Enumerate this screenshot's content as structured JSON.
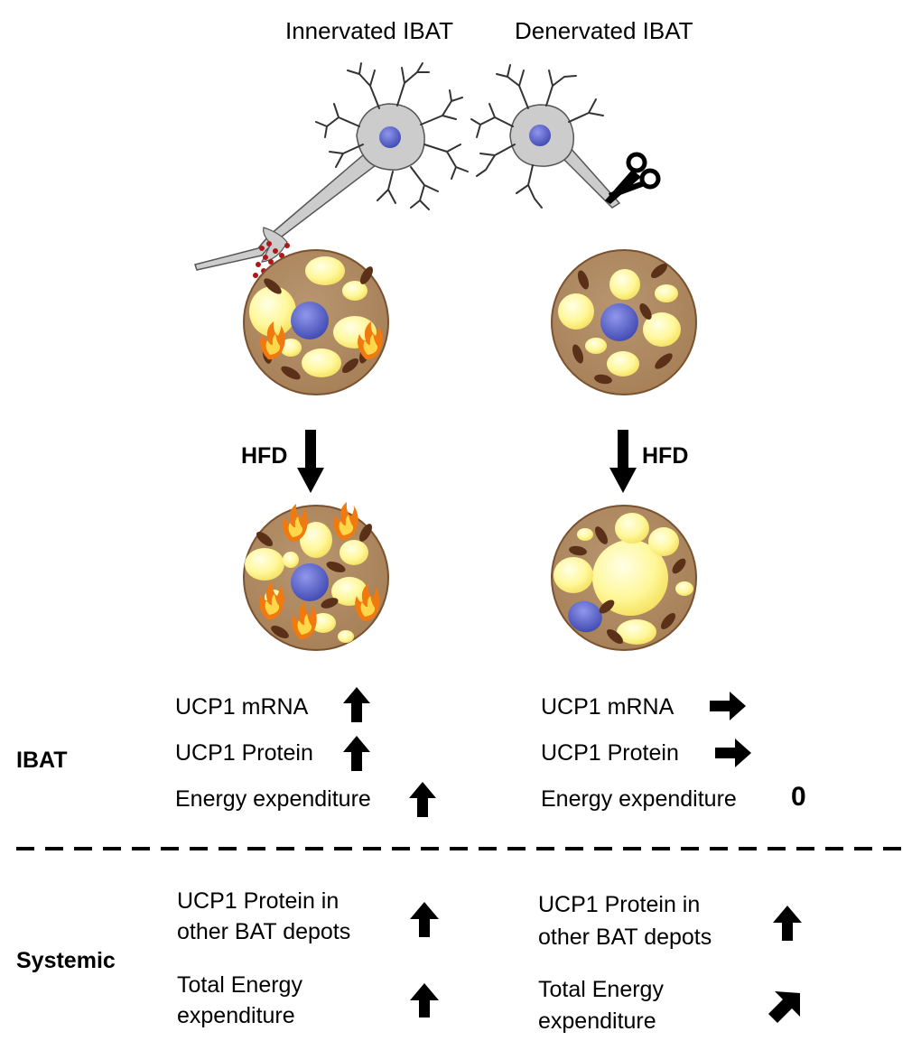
{
  "columns": {
    "innervated": "Innervated IBAT",
    "denervated": "Denervated IBAT"
  },
  "treatment": {
    "left": "HFD",
    "right": "HFD"
  },
  "sections": {
    "ibat": "IBAT",
    "systemic": "Systemic"
  },
  "ibat_rows": {
    "innervated": [
      "UCP1 mRNA",
      "UCP1 Protein",
      "Energy expenditure"
    ],
    "denervated": [
      "UCP1 mRNA",
      "UCP1 Protein",
      "Energy expenditure"
    ],
    "denervated_energy_value": "0"
  },
  "systemic_rows": {
    "innervated": {
      "ucp1_line1": "UCP1 Protein in",
      "ucp1_line2": "other BAT depots",
      "energy_line1": "Total Energy",
      "energy_line2": "expenditure"
    },
    "denervated": {
      "ucp1_line1": "UCP1 Protein in",
      "ucp1_line2": "other BAT depots",
      "energy_line1": "Total Energy",
      "energy_line2": "expenditure"
    }
  },
  "colors": {
    "cell_body": "#b08a62",
    "cell_border": "#7a5230",
    "lipid": "#fff38a",
    "nucleus": "#5560c8",
    "mitochondria": "#5a3118",
    "neuron": "#c9c9c9",
    "flame_outer": "#f07a10",
    "flame_inner": "#ffd84a",
    "vesicle": "#b01818"
  }
}
